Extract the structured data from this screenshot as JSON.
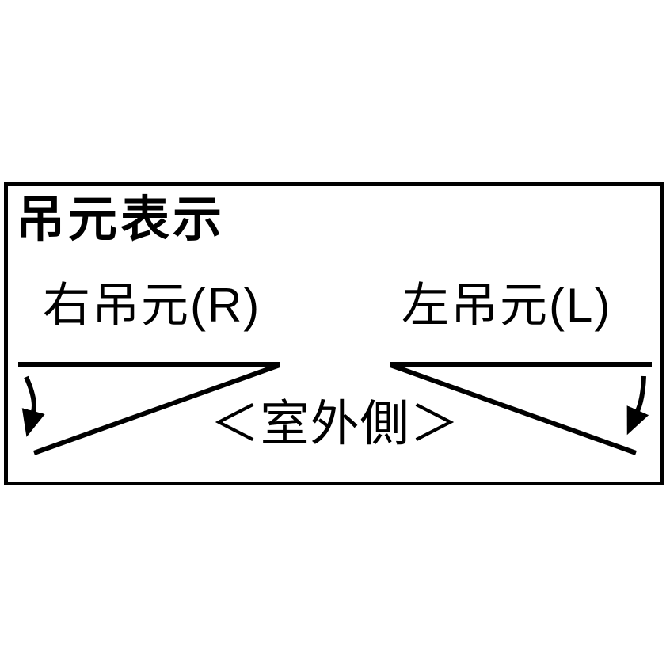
{
  "diagram": {
    "title": "吊元表示",
    "right_hinge_label": "右吊元(R)",
    "left_hinge_label": "左吊元(L)",
    "outdoor_side_label": "＜室外側＞",
    "line_color": "#000000",
    "background_color": "#ffffff"
  }
}
